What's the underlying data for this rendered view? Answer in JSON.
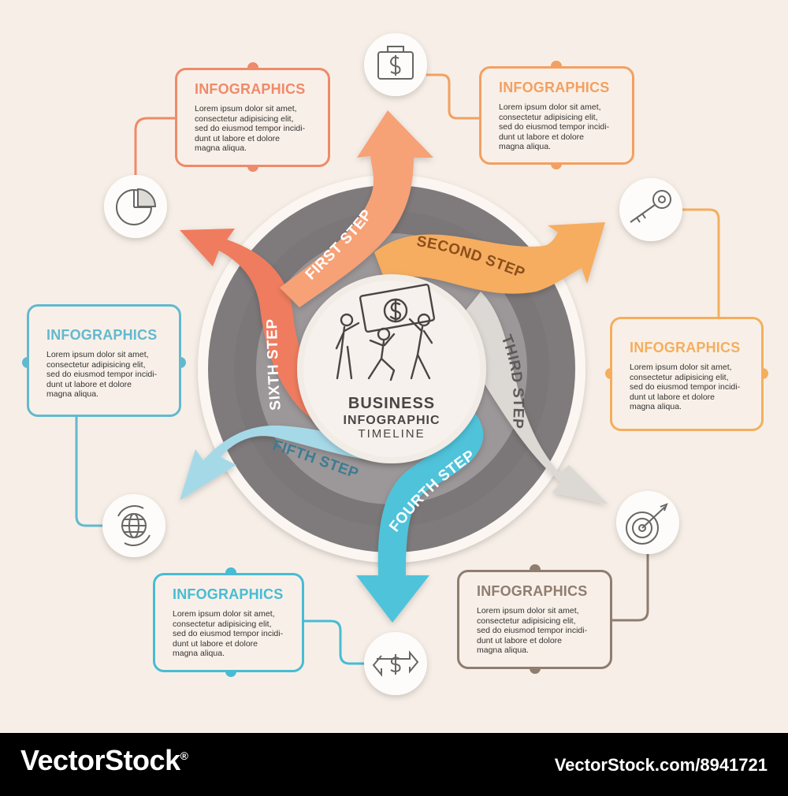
{
  "center": {
    "line1": "BUSINESS",
    "line2": "INFOGRAPHIC",
    "line3": "TIMELINE"
  },
  "steps": [
    "FIRST STEP",
    "SECOND STEP",
    "THIRD STEP",
    "FOURTH STEP",
    "FIFTH STEP",
    "SIXTH STEP"
  ],
  "colors": {
    "first": "#f7a176",
    "second": "#f6ad61",
    "third": "#dcd9d4",
    "fourth": "#4fc3da",
    "fifth": "#a6d9e8",
    "sixth": "#ef7c5e",
    "ring": "#7f7b7d",
    "background": "#f7efe7"
  },
  "cards": [
    {
      "id": "top-left",
      "title": "INFOGRAPHICS",
      "body": "Lorem ipsum dolor sit amet,\nconsectetur adipisicing elit,\nsed do eiusmod tempor incidi-\ndunt ut labore et dolore\nmagna aliqua.",
      "color": "#ef8a6a",
      "icon": "pie-chart-icon"
    },
    {
      "id": "top-right",
      "title": "INFOGRAPHICS",
      "body": "Lorem ipsum dolor sit amet,\nconsectetur adipisicing elit,\nsed do eiusmod tempor incidi-\ndunt ut labore et dolore\nmagna aliqua.",
      "color": "#f3a061",
      "icon": "briefcase-dollar-icon"
    },
    {
      "id": "middle-left",
      "title": "INFOGRAPHICS",
      "body": "Lorem ipsum dolor sit amet,\nconsectetur adipisicing elit,\nsed do eiusmod tempor incidi-\ndunt ut labore et dolore\nmagna aliqua.",
      "color": "#62b9cf",
      "icon": "globe-icon"
    },
    {
      "id": "middle-right",
      "title": "INFOGRAPHICS",
      "body": "Lorem ipsum dolor sit amet,\nconsectetur adipisicing elit,\nsed do eiusmod tempor incidi-\ndunt ut labore et dolore\nmagna aliqua.",
      "color": "#f4ae5e",
      "icon": "key-icon"
    },
    {
      "id": "bottom-left",
      "title": "INFOGRAPHICS",
      "body": "Lorem ipsum dolor sit amet,\nconsectetur adipisicing elit,\nsed do eiusmod tempor incidi-\ndunt ut labore et dolore\nmagna aliqua.",
      "color": "#47bcd4",
      "icon": "money-exchange-icon"
    },
    {
      "id": "bottom-right",
      "title": "INFOGRAPHICS",
      "body": "Lorem ipsum dolor sit amet,\nconsectetur adipisicing elit,\nsed do eiusmod tempor incidi-\ndunt ut labore et dolore\nmagna aliqua.",
      "color": "#8f7d6f",
      "icon": "target-icon"
    }
  ],
  "footer": {
    "brand": "VectorStock",
    "registered": "®",
    "stock_id": "VectorStock.com/8941721"
  }
}
